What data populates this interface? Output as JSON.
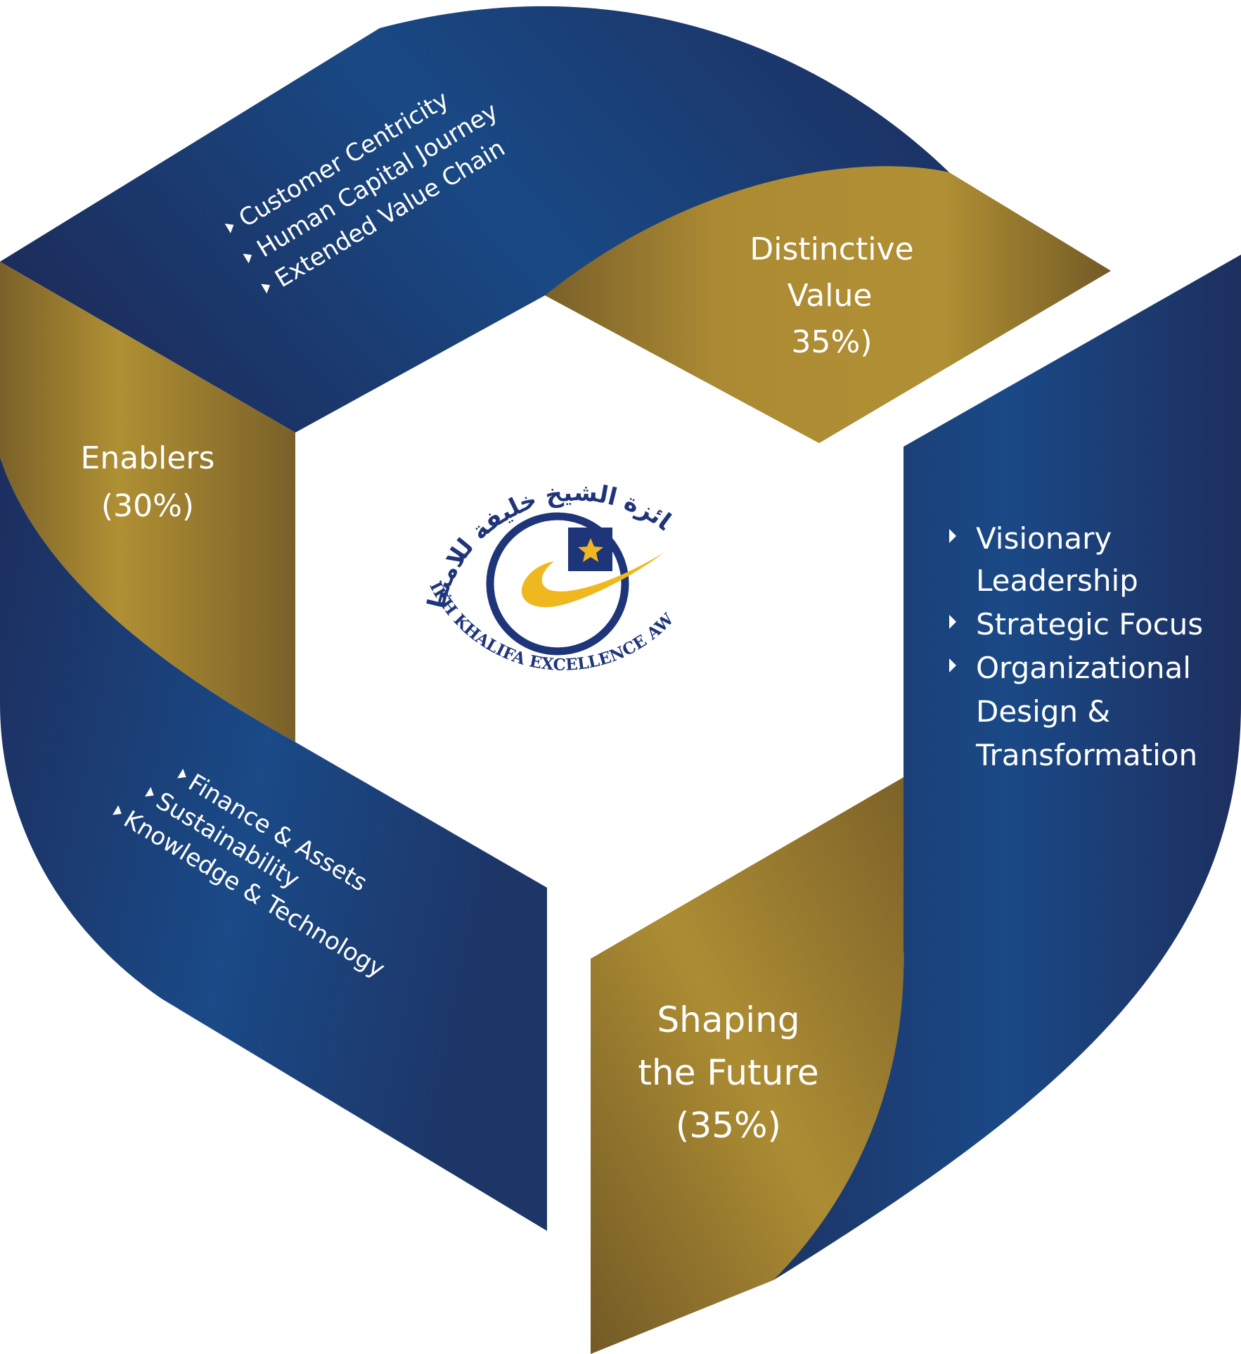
{
  "segments": {
    "distinctive_value": {
      "title_line1": "Distinctive",
      "title_line2": "Value",
      "weight": "35%)",
      "items": [
        "Customer Centricity",
        "Human Capital Journey",
        "Extended Value Chain"
      ]
    },
    "shaping_the_future": {
      "title_line1": "Shaping",
      "title_line2": "the Future",
      "weight": "(35%)",
      "items_lines": [
        "Visionary",
        "Leadership",
        "Strategic Focus",
        "Organizational",
        "Design &",
        "Transformation"
      ]
    },
    "enablers": {
      "title_line1": "Enablers",
      "weight": "(30%)",
      "items": [
        "Finance & Assets",
        "Sustainability",
        "Knowledge & Technology"
      ]
    }
  },
  "logo": {
    "arabic_text": "جائزة الشيخ خليفة للامتياز",
    "english_text": "SHEIKH KHALIFA EXCELLENCE AWARD"
  },
  "colors": {
    "navy_dark": "#1d2e5e",
    "navy": "#1b4a86",
    "gold_dark": "#7a6129",
    "gold": "#b08f33",
    "logo_navy": "#1f3579",
    "logo_yellow": "#f0b81f"
  },
  "icons": [
    "bullet-arrow-icon",
    "star-icon",
    "swoosh-icon"
  ]
}
